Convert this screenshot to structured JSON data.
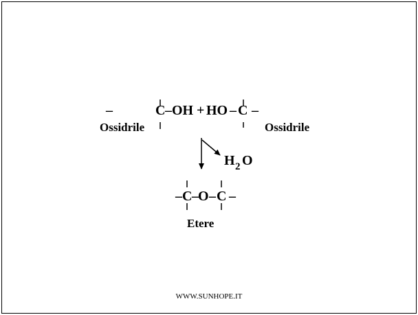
{
  "reaction": {
    "reactant_left": {
      "atom": "C",
      "group": "OH",
      "dash_left": "–",
      "dash_group": "–"
    },
    "plus": "+",
    "reactant_right": {
      "group": "HO",
      "atom": "C",
      "dash_group": "–",
      "dash_right": "–"
    },
    "label_left": "Ossidrile",
    "label_right": "Ossidrile",
    "byproduct": {
      "H": "H",
      "subscript": "2",
      "O": "O"
    },
    "product": {
      "atom_left": "C",
      "oxygen": "O",
      "atom_right": "C",
      "dash": "–"
    },
    "product_label": "Etere"
  },
  "footer": {
    "text": "WWW.SUNHOPE.IT"
  }
}
